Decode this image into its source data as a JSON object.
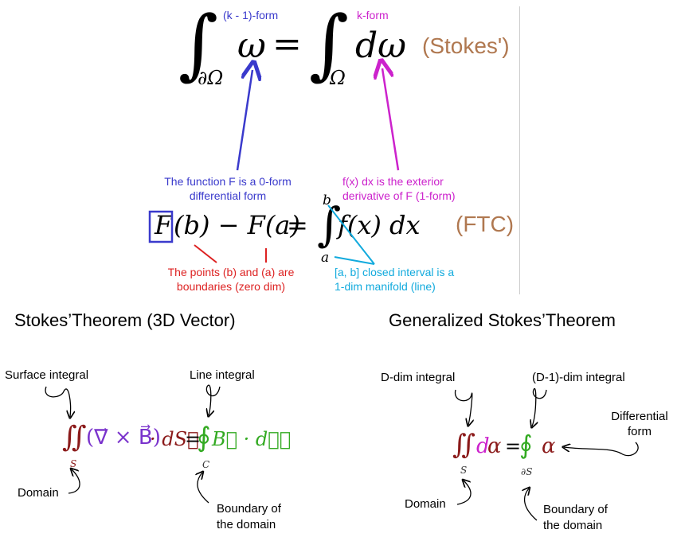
{
  "top": {
    "label_k1_form": "(k - 1)-form",
    "label_k_form": "k-form",
    "int_sym": "∫",
    "sub_boundary": "∂Ω",
    "omega": "ω",
    "equals": "=",
    "sub_domain": "Ω",
    "d_omega": "dω",
    "tag": "(Stokes')"
  },
  "ftc": {
    "note_function": "The function F is a 0-form\ndifferential form",
    "note_exterior": "f(x) dx is the exterior\nderivative of F (1-form)",
    "F": "F",
    "lhs_rest": "(b) − F(a)",
    "equals": "=",
    "int_sym": "∫",
    "upper": "b",
    "lower": "a",
    "integrand": "f(x) dx",
    "tag": "(FTC)",
    "note_points": "The points (b) and (a) are\nboundaries (zero dim)",
    "note_interval": "[a, b] closed interval is a\n1-dim manifold (line)"
  },
  "vector": {
    "heading": "Stokes’Theorem (3D Vector)",
    "label_surface": "Surface integral",
    "label_line": "Line integral",
    "label_domain": "Domain",
    "label_boundary": "Boundary of\nthe domain",
    "iint": "∬",
    "sub_S": "S",
    "curl_expr": "(∇⃗ × B⃗)",
    "dot_dS": "· dS⃗",
    "equals": "=",
    "oint": "∮",
    "sub_C": "C",
    "line_expr": "B⃗ · dℓ⃗"
  },
  "general": {
    "heading": "Generalized Stokes’Theorem",
    "label_ddim": "D-dim integral",
    "label_d1dim": "(D-1)-dim integral",
    "label_diff_form": "Differential\nform",
    "label_domain": "Domain",
    "label_boundary": "Boundary of\nthe domain",
    "iint": "∬",
    "sub_S": "S",
    "d": "d",
    "alpha": "α",
    "equals": "=",
    "oint": "∮",
    "sub_dS": "∂S",
    "alpha2": "α"
  },
  "colors": {
    "blue_annot": "#3a3acc",
    "magenta_annot": "#cc22cc",
    "red_annot": "#dd2222",
    "cyan_annot": "#11aadd",
    "tag_brown": "#b07850",
    "dark_red": "#8b1a1a",
    "purple": "#9933cc",
    "green": "#33aa22",
    "navy": "#1a1aaa"
  }
}
